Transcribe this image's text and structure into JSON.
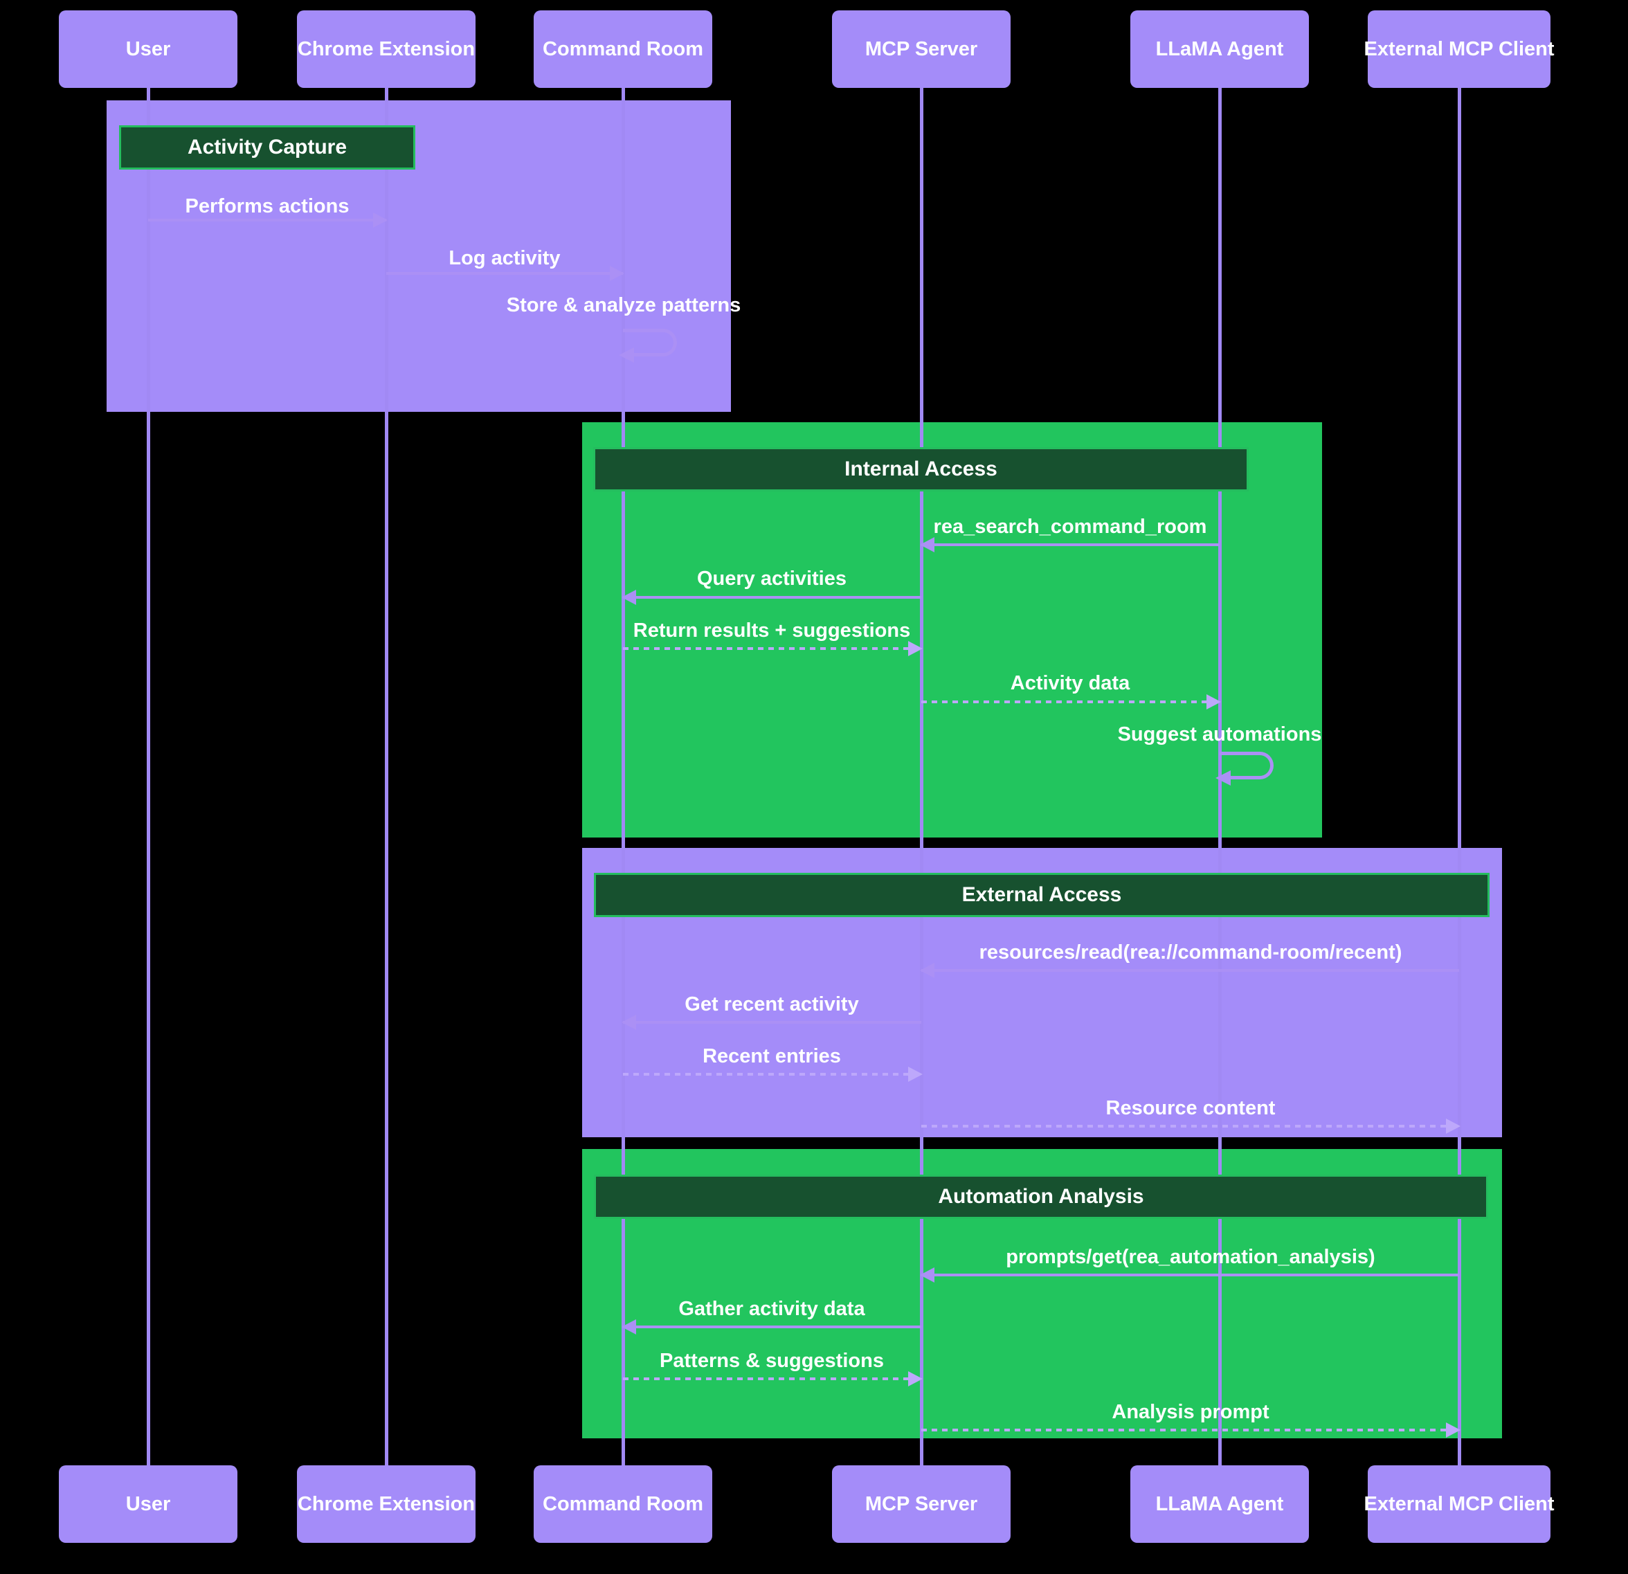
{
  "diagram_type": "sequence-diagram",
  "participants": [
    {
      "name": "User"
    },
    {
      "name": "Chrome Extension"
    },
    {
      "name": "Command Room"
    },
    {
      "name": "MCP Server"
    },
    {
      "name": "LLaMA Agent"
    },
    {
      "name": "External MCP Client"
    }
  ],
  "sections": [
    {
      "title": "Activity Capture",
      "theme": "purple",
      "messages": [
        {
          "text": "Performs actions",
          "from": "User",
          "to": "Chrome Extension",
          "style": "solid"
        },
        {
          "text": "Log activity",
          "from": "Chrome Extension",
          "to": "Command Room",
          "style": "solid"
        },
        {
          "text": "Store & analyze patterns",
          "from": "Command Room",
          "to": "Command Room",
          "style": "self"
        }
      ]
    },
    {
      "title": "Internal Access",
      "theme": "green",
      "messages": [
        {
          "text": "rea_search_command_room",
          "from": "LLaMA Agent",
          "to": "MCP Server",
          "style": "solid"
        },
        {
          "text": "Query activities",
          "from": "MCP Server",
          "to": "Command Room",
          "style": "solid"
        },
        {
          "text": "Return results + suggestions",
          "from": "Command Room",
          "to": "MCP Server",
          "style": "dashed"
        },
        {
          "text": "Activity data",
          "from": "MCP Server",
          "to": "LLaMA Agent",
          "style": "dashed"
        },
        {
          "text": "Suggest automations",
          "from": "LLaMA Agent",
          "to": "LLaMA Agent",
          "style": "self"
        }
      ]
    },
    {
      "title": "External Access",
      "theme": "purple",
      "messages": [
        {
          "text": "resources/read(rea://command-room/recent)",
          "from": "External MCP Client",
          "to": "MCP Server",
          "style": "solid"
        },
        {
          "text": "Get recent activity",
          "from": "MCP Server",
          "to": "Command Room",
          "style": "solid"
        },
        {
          "text": "Recent entries",
          "from": "Command Room",
          "to": "MCP Server",
          "style": "dashed"
        },
        {
          "text": "Resource content",
          "from": "MCP Server",
          "to": "External MCP Client",
          "style": "dashed"
        }
      ]
    },
    {
      "title": "Automation Analysis",
      "theme": "green",
      "messages": [
        {
          "text": "prompts/get(rea_automation_analysis)",
          "from": "External MCP Client",
          "to": "MCP Server",
          "style": "solid"
        },
        {
          "text": "Gather activity data",
          "from": "MCP Server",
          "to": "Command Room",
          "style": "solid"
        },
        {
          "text": "Patterns & suggestions",
          "from": "Command Room",
          "to": "MCP Server",
          "style": "dashed"
        },
        {
          "text": "Analysis prompt",
          "from": "MCP Server",
          "to": "External MCP Client",
          "style": "dashed"
        }
      ]
    }
  ],
  "colors": {
    "background": "#000000",
    "participant_fill": "#a48cf9",
    "section_purple": "#a48cf9",
    "section_green": "#22c55e",
    "section_label_bg": "#17512f",
    "section_label_border": "#24bd5e",
    "lifeline": "#a189f4",
    "arrow_solid": "#ab90f5",
    "arrow_dashed": "#bda8fb",
    "text": "#ffffff"
  }
}
